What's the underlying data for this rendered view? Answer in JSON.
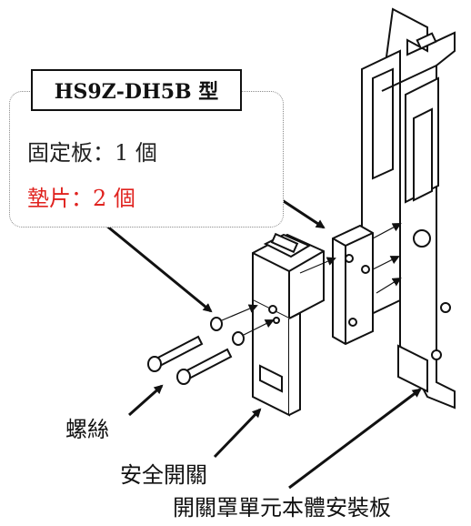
{
  "callout": {
    "model": "HS9Z-DH5B 型",
    "line1": "固定板：1 個",
    "line2": "墊片：2 個"
  },
  "labels": {
    "screw": "螺絲",
    "safety_switch": "安全開關",
    "mount_plate": "開關罩單元本體安裝板"
  },
  "colors": {
    "highlight": "#e0231f",
    "ink": "#111111",
    "border": "#8a8a8a"
  }
}
